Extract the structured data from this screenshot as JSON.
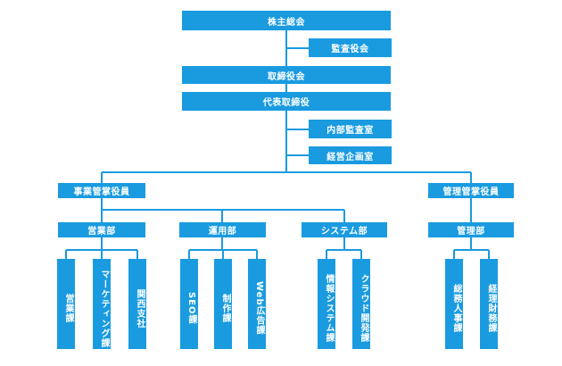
{
  "org": {
    "shareholders": "株主総会",
    "auditors": "監査役会",
    "board": "取締役会",
    "ceo": "代表取締役",
    "internal_audit": "内部監査室",
    "planning": "経営企画室",
    "business_exec": "事業管掌役員",
    "admin_exec": "管理管掌役員",
    "sales_dept": "営業部",
    "ops_dept": "運用部",
    "system_dept": "システム部",
    "admin_dept": "管理部",
    "sales_section": "営業課",
    "marketing_section": "マーケティング課",
    "kansai_branch": "関西支社",
    "seo_section": "SEO課",
    "production_section": "制作課",
    "web_ads_section": "Web広告課",
    "info_systems_section": "情報システム課",
    "cloud_dev_section": "クラウド開発課",
    "hr_section": "総務人事課",
    "accounting_section": "経理財務課"
  },
  "colors": {
    "box": "#1a9be0",
    "line": "#1a9be0",
    "text": "#ffffff"
  }
}
